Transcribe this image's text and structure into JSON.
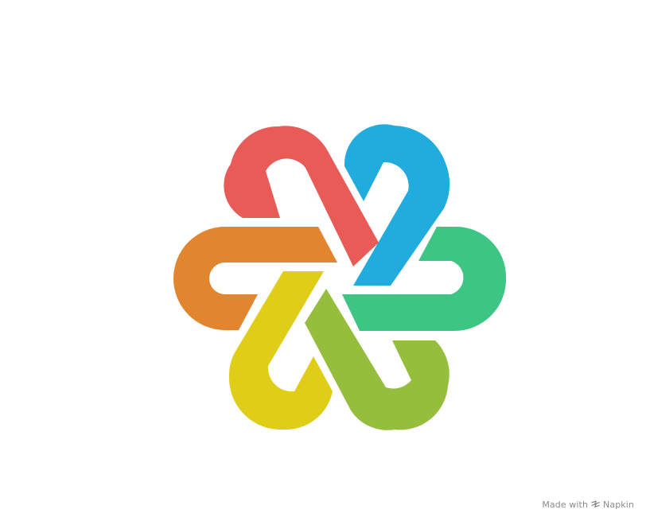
{
  "logo": {
    "icon": "six-link-flower-icon",
    "petals": [
      {
        "name": "red",
        "color": "#E85B57"
      },
      {
        "name": "blue",
        "color": "#20ACDC"
      },
      {
        "name": "green",
        "color": "#3DC583"
      },
      {
        "name": "lime",
        "color": "#95BE3D"
      },
      {
        "name": "yellow",
        "color": "#DFCD18"
      },
      {
        "name": "orange",
        "color": "#E2852F"
      }
    ]
  },
  "watermark": {
    "prefix": "Made with",
    "brand": "Napkin",
    "icon": "napkin-logo-icon"
  }
}
